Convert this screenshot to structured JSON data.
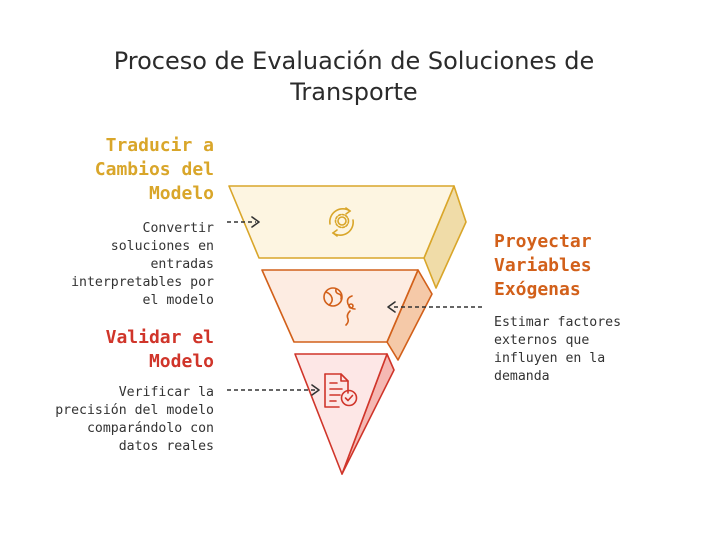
{
  "title": {
    "line1": "Proceso de Evaluación de Soluciones de",
    "line2": "Transporte"
  },
  "colors": {
    "stage1": "#d9a62a",
    "stage2": "#d2601a",
    "stage3": "#d0352a",
    "text": "#333333"
  },
  "stages": [
    {
      "heading": [
        "Traducir a",
        "Cambios del",
        "Modelo"
      ],
      "description": [
        "Convertir",
        "soluciones en",
        "entradas",
        "interpretables por",
        "el modelo"
      ],
      "icon": "gear-cycle-icon"
    },
    {
      "heading": [
        "Proyectar",
        "Variables",
        "Exógenas"
      ],
      "description": [
        "Estimar factores",
        "externos que",
        "influyen en la",
        "demanda"
      ],
      "icon": "globe-icon"
    },
    {
      "heading": [
        "Validar el",
        "Modelo"
      ],
      "description": [
        "Verificar la",
        "precisión del modelo",
        "comparándolo con",
        "datos reales"
      ],
      "icon": "document-check-icon"
    }
  ]
}
